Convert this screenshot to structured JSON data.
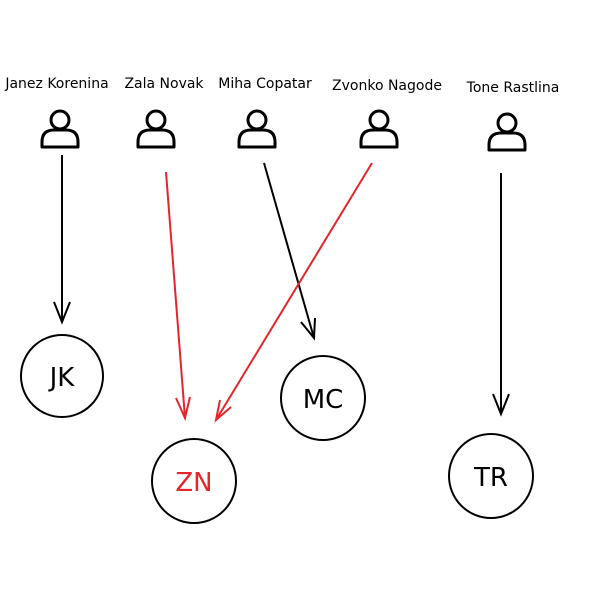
{
  "people": [
    {
      "id": "jk",
      "name": "Janez Korenina",
      "icon": "user-icon"
    },
    {
      "id": "zn",
      "name": "Zala Novak",
      "icon": "user-icon"
    },
    {
      "id": "mc",
      "name": "Miha Copatar",
      "icon": "user-icon"
    },
    {
      "id": "zv",
      "name": "Zvonko Nagode",
      "icon": "user-icon"
    },
    {
      "id": "tr",
      "name": "Tone Rastlina",
      "icon": "user-icon"
    }
  ],
  "nodes": [
    {
      "id": "JK",
      "label": "JK",
      "color": "#000000"
    },
    {
      "id": "ZN",
      "label": "ZN",
      "color": "#e3262b"
    },
    {
      "id": "MC",
      "label": "MC",
      "color": "#000000"
    },
    {
      "id": "TR",
      "label": "TR",
      "color": "#000000"
    }
  ],
  "arrows": [
    {
      "from": "Janez Korenina",
      "to": "JK",
      "color": "#000000"
    },
    {
      "from": "Zala Novak",
      "to": "ZN",
      "color": "#e3262b"
    },
    {
      "from": "Miha Copatar",
      "to": "MC",
      "color": "#000000"
    },
    {
      "from": "Zvonko Nagode",
      "to": "ZN",
      "color": "#e3262b"
    },
    {
      "from": "Tone Rastlina",
      "to": "TR",
      "color": "#000000"
    }
  ],
  "colors": {
    "line": "#000000",
    "highlight": "#e3262b",
    "background": "#ffffff"
  }
}
